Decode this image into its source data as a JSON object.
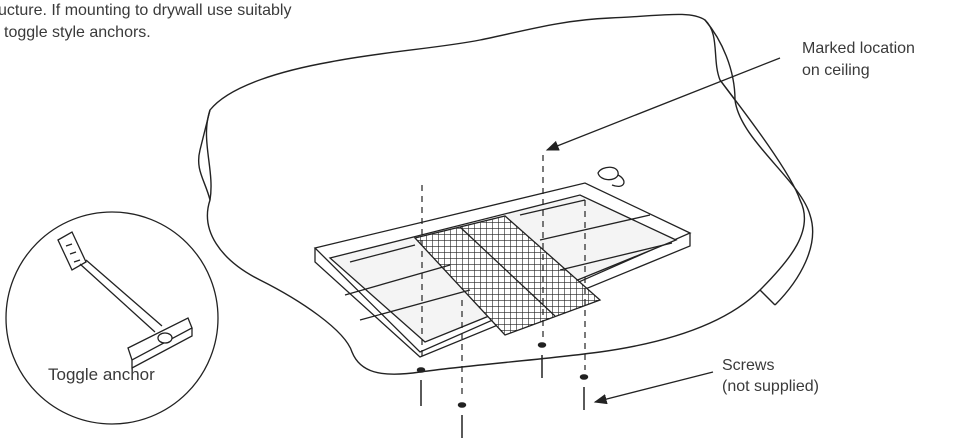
{
  "instructions": {
    "line1": "ucture. If mounting to drywall use suitably",
    "line2": "toggle style anchors."
  },
  "callouts": {
    "marked_location_line1": "Marked location",
    "marked_location_line2": "on ceiling",
    "screws_line1": "Screws",
    "screws_line2": "(not supplied)"
  },
  "inset": {
    "label": "Toggle anchor"
  }
}
